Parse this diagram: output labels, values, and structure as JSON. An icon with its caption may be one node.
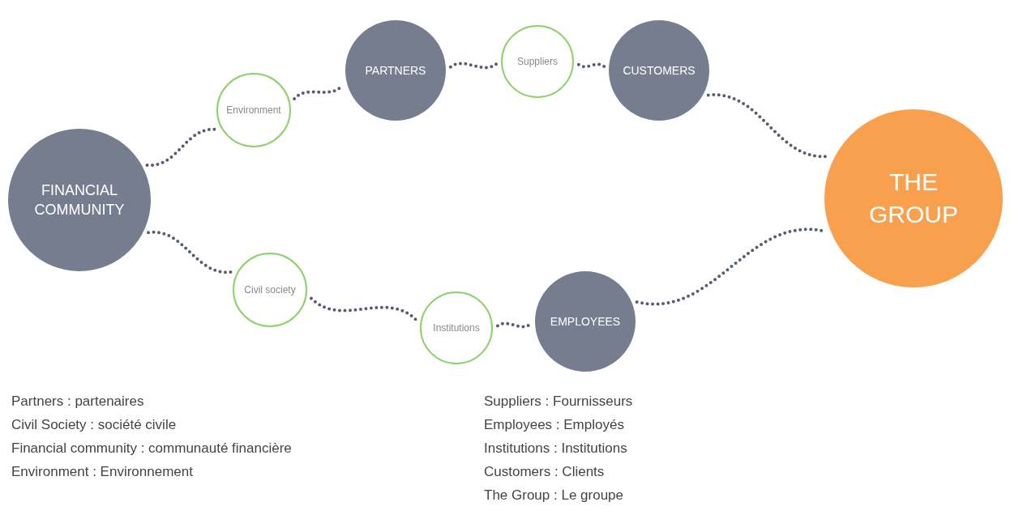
{
  "diagram": {
    "nodes": [
      {
        "text": [
          "PARTNERS"
        ]
      },
      {
        "text": [
          "Suppliers"
        ]
      },
      {
        "text": [
          "CUSTOMERS"
        ]
      },
      {
        "text": [
          "Environment"
        ]
      },
      {
        "text": [
          "FINANCIAL COMMUNITY"
        ]
      },
      {
        "text": [
          "THE GROUP"
        ]
      },
      {
        "text": [
          "Civil society"
        ]
      },
      {
        "text": [
          "EMPLOYEES"
        ]
      },
      {
        "text": [
          "Institutions"
        ]
      }
    ],
    "edges": [
      {
        "from": 4,
        "to": 3,
        "arrow": "none"
      },
      {
        "from": 3,
        "to": 0,
        "arrow": "none"
      },
      {
        "from": 0,
        "to": 1,
        "arrow": "none"
      },
      {
        "from": 1,
        "to": 2,
        "arrow": "none"
      },
      {
        "from": 2,
        "to": 5,
        "arrow": "none"
      },
      {
        "from": 4,
        "to": 6,
        "arrow": "none"
      },
      {
        "from": 6,
        "to": 8,
        "arrow": "none"
      },
      {
        "from": 8,
        "to": 7,
        "arrow": "none"
      },
      {
        "from": 7,
        "to": 5,
        "arrow": "none"
      }
    ],
    "labels": [
      "Partners : partenaires",
      "Suppliers : Fournisseurs",
      "Civil Society : société civile",
      "Employees : Employés",
      "Financial community : communauté financière",
      "Institutions : Institutions",
      "Environment : Environnement",
      "Customers : Clients",
      "The Group : Le groupe"
    ]
  }
}
